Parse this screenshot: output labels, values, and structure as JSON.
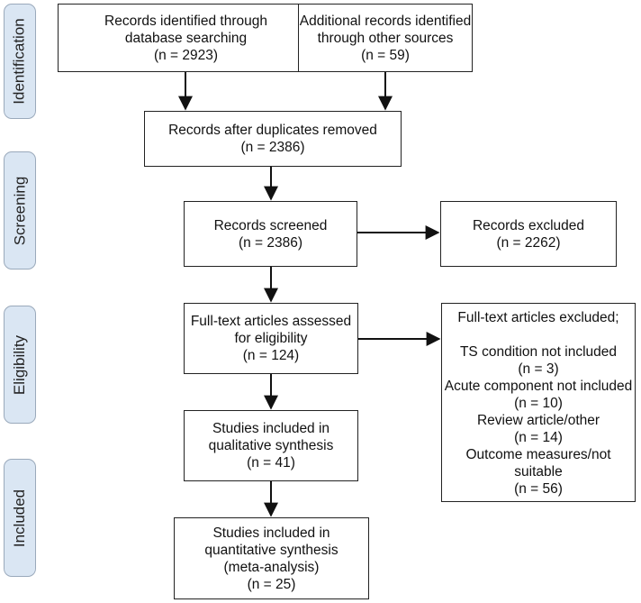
{
  "phases": {
    "identification": "Identification",
    "screening": "Screening",
    "eligibility": "Eligibility",
    "included": "Included"
  },
  "boxes": {
    "db_search": [
      "Records identified through",
      "database searching",
      "(n = 2923)"
    ],
    "other_sources": [
      "Additional records identified",
      "through other sources",
      "(n = 59)"
    ],
    "after_duplicates": [
      "Records after duplicates removed",
      "(n = 2386)"
    ],
    "screened": [
      "Records screened",
      "(n = 2386)"
    ],
    "excluded": [
      "Records excluded",
      "(n = 2262)"
    ],
    "full_text_assessed": [
      "Full-text articles assessed",
      "for eligibility",
      "(n = 124)"
    ],
    "full_text_excluded": [
      "Full-text articles excluded;",
      "",
      "TS condition not included",
      "(n = 3)",
      "Acute component not included",
      "(n = 10)",
      "Review article/other",
      "(n = 14)",
      "Outcome measures/not",
      "suitable",
      "(n = 56)"
    ],
    "qualitative": [
      "Studies included in",
      "qualitative synthesis",
      "(n = 41)"
    ],
    "quantitative": [
      "Studies included in",
      "quantitative synthesis",
      "(meta-analysis)",
      "(n = 25)"
    ]
  },
  "colors": {
    "phase_fill": "#dae6f3",
    "phase_border": "#9aa9bb",
    "line": "#111111"
  }
}
